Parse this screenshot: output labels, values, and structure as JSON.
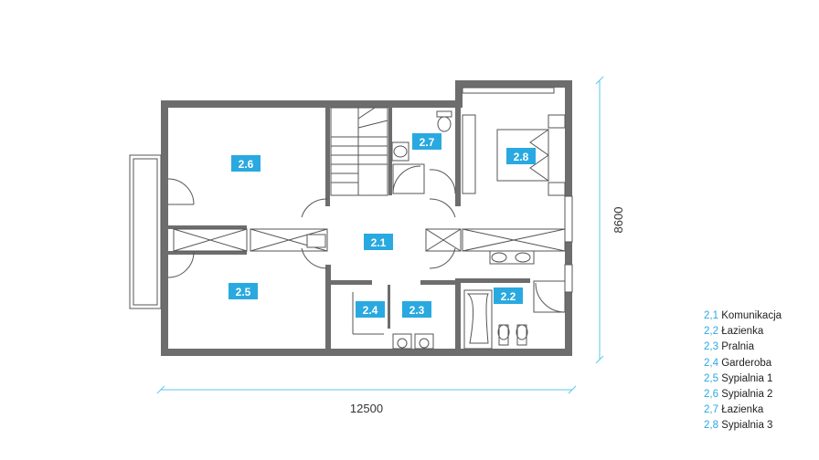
{
  "colors": {
    "wall": "#6d6d6d",
    "room_tag": "#29a9e0",
    "dimension_line": "#5bc8e8",
    "fixture_stroke": "#555555"
  },
  "rooms": [
    {
      "id": "2.1",
      "label": "2.1"
    },
    {
      "id": "2.2",
      "label": "2.2"
    },
    {
      "id": "2.3",
      "label": "2.3"
    },
    {
      "id": "2.4",
      "label": "2.4"
    },
    {
      "id": "2.5",
      "label": "2.5"
    },
    {
      "id": "2.6",
      "label": "2.6"
    },
    {
      "id": "2.7",
      "label": "2.7"
    },
    {
      "id": "2.8",
      "label": "2.8"
    }
  ],
  "dimensions": {
    "width": "12500",
    "height": "8600"
  },
  "legend": [
    {
      "num": "2,1",
      "name": "Komunikacja"
    },
    {
      "num": "2,2",
      "name": "Łazienka"
    },
    {
      "num": "2,3",
      "name": "Pralnia"
    },
    {
      "num": "2,4",
      "name": "Garderoba"
    },
    {
      "num": "2,5",
      "name": "Sypialnia 1"
    },
    {
      "num": "2,6",
      "name": "Sypialnia 2"
    },
    {
      "num": "2,7",
      "name": "Łazienka"
    },
    {
      "num": "2,8",
      "name": "Sypialnia 3"
    }
  ]
}
